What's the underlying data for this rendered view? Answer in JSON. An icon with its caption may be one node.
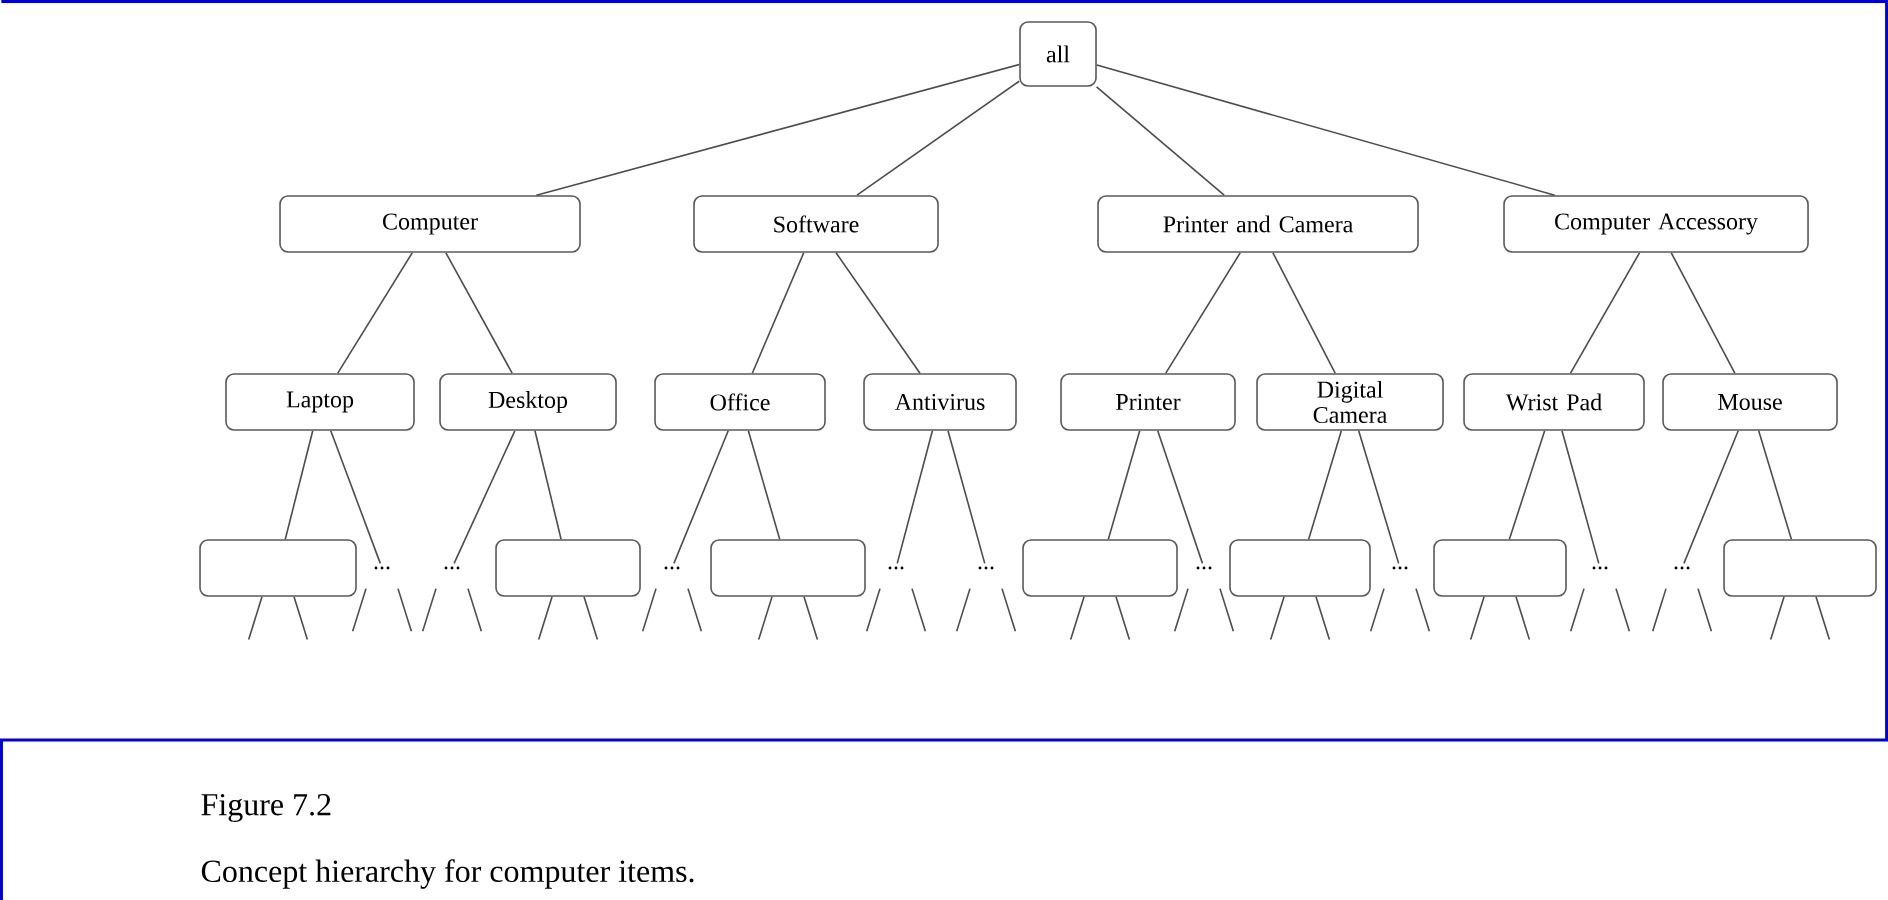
{
  "diagram": {
    "caption": "Concept hierarchy for computer items.",
    "nodes": [
      {
        "text": [
          "all"
        ]
      },
      {
        "text": [
          "Computer"
        ]
      },
      {
        "text": [
          "Software"
        ]
      },
      {
        "text": [
          "Printer and Camera"
        ]
      },
      {
        "text": [
          "Computer Accessory"
        ]
      },
      {
        "text": [
          "Laptop"
        ]
      },
      {
        "text": [
          "Desktop"
        ]
      },
      {
        "text": [
          "Office"
        ]
      },
      {
        "text": [
          "Antivirus"
        ]
      },
      {
        "text": [
          "Printer"
        ]
      },
      {
        "text": [
          "Digital Camera"
        ]
      },
      {
        "text": [
          "Wrist Pad"
        ]
      },
      {
        "text": [
          "Mouse"
        ]
      },
      {
        "text": [],
        "shape": "box"
      },
      {
        "text": [
          "..."
        ]
      },
      {
        "text": [
          "..."
        ]
      },
      {
        "text": [],
        "shape": "box"
      },
      {
        "text": [
          "..."
        ]
      },
      {
        "text": [],
        "shape": "box"
      },
      {
        "text": [
          "..."
        ]
      },
      {
        "text": [
          "..."
        ]
      },
      {
        "text": [],
        "shape": "box"
      },
      {
        "text": [
          "..."
        ]
      },
      {
        "text": [],
        "shape": "box"
      },
      {
        "text": [
          "..."
        ]
      },
      {
        "text": [],
        "shape": "box"
      },
      {
        "text": [
          "..."
        ]
      },
      {
        "text": [
          "..."
        ]
      },
      {
        "text": [],
        "shape": "box"
      }
    ],
    "edges": [
      {
        "from": 0,
        "to": 1,
        "arrow": "none"
      },
      {
        "from": 0,
        "to": 2,
        "arrow": "none"
      },
      {
        "from": 0,
        "to": 3,
        "arrow": "none"
      },
      {
        "from": 0,
        "to": 4,
        "arrow": "none"
      },
      {
        "from": 1,
        "to": 5,
        "arrow": "none"
      },
      {
        "from": 1,
        "to": 6,
        "arrow": "none"
      },
      {
        "from": 2,
        "to": 7,
        "arrow": "none"
      },
      {
        "from": 2,
        "to": 8,
        "arrow": "none"
      },
      {
        "from": 3,
        "to": 9,
        "arrow": "none"
      },
      {
        "from": 3,
        "to": 10,
        "arrow": "none"
      },
      {
        "from": 4,
        "to": 11,
        "arrow": "none"
      },
      {
        "from": 4,
        "to": 12,
        "arrow": "none"
      },
      {
        "from": 5,
        "to": 13,
        "arrow": "none"
      },
      {
        "from": 5,
        "to": 14,
        "arrow": "none"
      },
      {
        "from": 6,
        "to": 15,
        "arrow": "none"
      },
      {
        "from": 6,
        "to": 16,
        "arrow": "none"
      },
      {
        "from": 7,
        "to": 17,
        "arrow": "none"
      },
      {
        "from": 7,
        "to": 18,
        "arrow": "none"
      },
      {
        "from": 8,
        "to": 19,
        "arrow": "none"
      },
      {
        "from": 8,
        "to": 20,
        "arrow": "none"
      },
      {
        "from": 9,
        "to": 21,
        "arrow": "none"
      },
      {
        "from": 9,
        "to": 22,
        "arrow": "none"
      },
      {
        "from": 10,
        "to": 23,
        "arrow": "none"
      },
      {
        "from": 10,
        "to": 24,
        "arrow": "none"
      },
      {
        "from": 11,
        "to": 25,
        "arrow": "none"
      },
      {
        "from": 11,
        "to": 26,
        "arrow": "none"
      },
      {
        "from": 12,
        "to": 27,
        "arrow": "none"
      },
      {
        "from": 12,
        "to": 28,
        "arrow": "none"
      },
      {
        "from": 13,
        "to": null,
        "arrow": "none"
      },
      {
        "from": 13,
        "to": null,
        "arrow": "none"
      },
      {
        "from": 14,
        "to": null,
        "arrow": "none"
      },
      {
        "from": 14,
        "to": null,
        "arrow": "none"
      },
      {
        "from": 15,
        "to": null,
        "arrow": "none"
      },
      {
        "from": 15,
        "to": null,
        "arrow": "none"
      },
      {
        "from": 16,
        "to": null,
        "arrow": "none"
      },
      {
        "from": 16,
        "to": null,
        "arrow": "none"
      },
      {
        "from": 17,
        "to": null,
        "arrow": "none"
      },
      {
        "from": 17,
        "to": null,
        "arrow": "none"
      },
      {
        "from": 18,
        "to": null,
        "arrow": "none"
      },
      {
        "from": 18,
        "to": null,
        "arrow": "none"
      },
      {
        "from": 19,
        "to": null,
        "arrow": "none"
      },
      {
        "from": 19,
        "to": null,
        "arrow": "none"
      },
      {
        "from": 20,
        "to": null,
        "arrow": "none"
      },
      {
        "from": 20,
        "to": null,
        "arrow": "none"
      },
      {
        "from": 21,
        "to": null,
        "arrow": "none"
      },
      {
        "from": 21,
        "to": null,
        "arrow": "none"
      },
      {
        "from": 22,
        "to": null,
        "arrow": "none"
      },
      {
        "from": 22,
        "to": null,
        "arrow": "none"
      },
      {
        "from": 23,
        "to": null,
        "arrow": "none"
      },
      {
        "from": 23,
        "to": null,
        "arrow": "none"
      },
      {
        "from": 24,
        "to": null,
        "arrow": "none"
      },
      {
        "from": 24,
        "to": null,
        "arrow": "none"
      },
      {
        "from": 25,
        "to": null,
        "arrow": "none"
      },
      {
        "from": 25,
        "to": null,
        "arrow": "none"
      },
      {
        "from": 26,
        "to": null,
        "arrow": "none"
      },
      {
        "from": 26,
        "to": null,
        "arrow": "none"
      },
      {
        "from": 27,
        "to": null,
        "arrow": "none"
      },
      {
        "from": 27,
        "to": null,
        "arrow": "none"
      },
      {
        "from": 28,
        "to": null,
        "arrow": "none"
      },
      {
        "from": 28,
        "to": null,
        "arrow": "none"
      }
    ],
    "labels": [
      "Figure 7.2"
    ]
  }
}
